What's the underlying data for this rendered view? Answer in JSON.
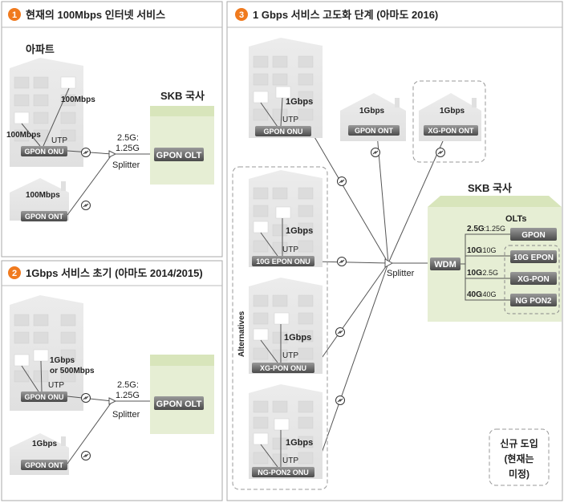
{
  "panels": {
    "p1": {
      "num": "1",
      "title": "현재의 100Mbps 인터넷 서비스"
    },
    "p2": {
      "num": "2",
      "title": "1Gbps 서비스 초기 (아마도 2014/2015)"
    },
    "p3": {
      "num": "3",
      "title": "1 Gbps 서비스 고도화 단계 (아마도 2016)"
    }
  },
  "p1": {
    "apartment": "아파트",
    "speed_top": "100Mbps",
    "speed_left": "100Mbps",
    "utp": "UTP",
    "onu": "GPON ONU",
    "house_speed": "100Mbps",
    "ont": "GPON ONT",
    "rate1": "2.5G:",
    "rate2": "1.25G",
    "splitter": "Splitter",
    "co": "SKB 국사",
    "olt": "GPON OLT"
  },
  "p2": {
    "speed1": "1Gbps",
    "speed2": "or 500Mbps",
    "utp": "UTP",
    "onu": "GPON ONU",
    "house_speed": "1Gbps",
    "ont": "GPON ONT",
    "rate1": "2.5G:",
    "rate2": "1.25G",
    "splitter": "Splitter",
    "olt": "GPON OLT"
  },
  "p3": {
    "b1_speed": "1Gbps",
    "b1_utp": "UTP",
    "b1_onu": "GPON ONU",
    "h1_speed": "1Gbps",
    "h1_ont": "GPON ONT",
    "h2_speed": "1Gbps",
    "h2_ont": "XG-PON ONT",
    "b2_speed": "1Gbps",
    "b2_utp": "UTP",
    "b2_onu": "10G EPON ONU",
    "b3_speed": "1Gbps",
    "b3_utp": "UTP",
    "b3_onu": "XG-PON ONU",
    "b4_speed": "1Gbps",
    "b4_utp": "UTP",
    "b4_onu": "NG-PON2 ONU",
    "alternatives": "Alternatives",
    "splitter": "Splitter",
    "co": "SKB 국사",
    "wdm": "WDM",
    "olts": "OLTs",
    "r1a": "2.5G",
    "r1b": ":1.25G",
    "olt1": "GPON",
    "r2a": "10G",
    "r2b": ":10G",
    "olt2": "10G EPON",
    "r3a": "10G",
    "r3b": ":2.5G",
    "olt3": "XG-PON",
    "r4a": "40G",
    "r4b": ":40G",
    "olt4": "NG PON2",
    "new1": "신규 도입",
    "new2": "(현재는",
    "new3": "미정)"
  },
  "colors": {
    "panel_border": "#aaaaaa",
    "building": "#e6e6e6",
    "window": "#dcdcdc",
    "co_fill": "#e6eed4",
    "co_roof": "#d8e5bb",
    "label_box": "#6b6b6b",
    "badge": "#f07a1e"
  }
}
